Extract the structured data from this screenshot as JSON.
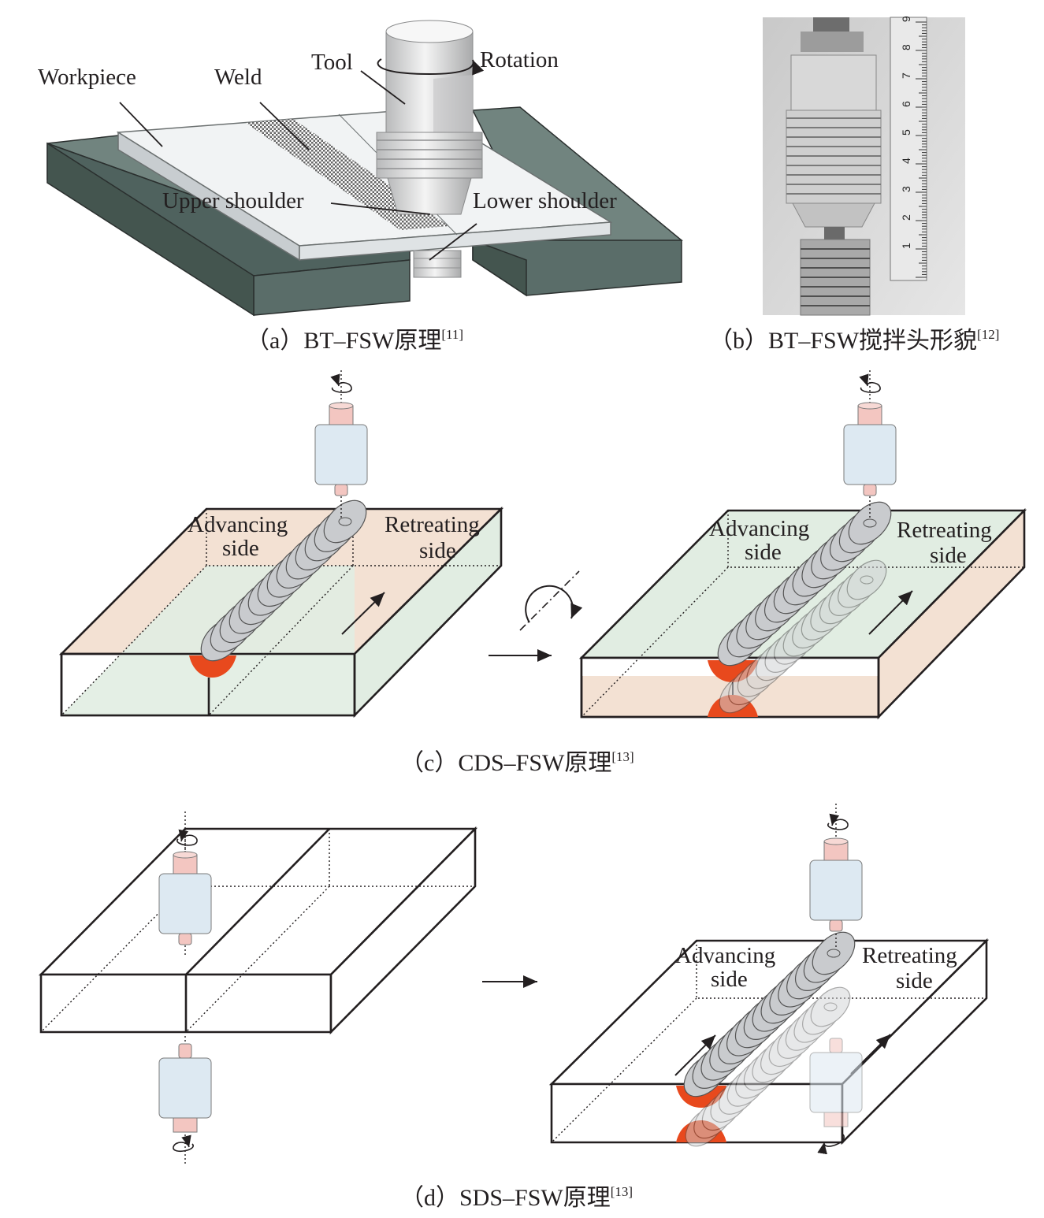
{
  "panel_a": {
    "labels": {
      "workpiece": "Workpiece",
      "weld": "Weld",
      "tool": "Tool",
      "rotation": "Rotation",
      "upper_shoulder": "Upper shoulder",
      "lower_shoulder": "Lower shoulder"
    },
    "caption": {
      "text": "（a）BT–FSW原理",
      "ref": "[11]"
    }
  },
  "panel_b": {
    "ruler_marks": [
      "1",
      "2",
      "3",
      "4",
      "5",
      "6",
      "7",
      "8",
      "9"
    ],
    "caption": {
      "text": "（b）BT–FSW搅拌头形貌",
      "ref": "[12]"
    }
  },
  "panel_c": {
    "left": {
      "advancing_1": "Advancing",
      "advancing_2": "side",
      "retreating_1": "Retreating",
      "retreating_2": "side"
    },
    "right": {
      "advancing_1": "Advancing",
      "advancing_2": "side",
      "retreating_1": "Retreating",
      "retreating_2": "side"
    },
    "caption": {
      "text": "（c）CDS–FSW原理",
      "ref": "[13]"
    }
  },
  "panel_d": {
    "right": {
      "advancing_1": "Advancing",
      "advancing_2": "side",
      "retreating_1": "Retreating",
      "retreating_2": "side"
    },
    "caption": {
      "text": "（d）SDS–FSW原理",
      "ref": "[13]"
    }
  },
  "colors": {
    "backing_plate": "#5f7470",
    "workpiece": "#f1f3f4",
    "tool_metal": "#d9dadb",
    "weld_nugget": "#e8491d",
    "plate_tan": "#f3e1d3",
    "plate_green": "#e1ede2",
    "tool_pink": "#f3c6c1",
    "tool_blue": "#dde9f2"
  }
}
